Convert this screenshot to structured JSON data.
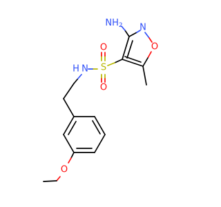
{
  "molecule": {
    "atoms": {
      "nh2": "NH2",
      "n_ring": "N",
      "o_ring": "O",
      "s": "S",
      "o_top": "O",
      "o_bottom": "O",
      "nh": "N",
      "h_on_n": "H",
      "o_methoxy": "O"
    },
    "colors": {
      "nitrogen": "#3050F8",
      "oxygen": "#FF0D0D",
      "sulfur": "#B8B800",
      "carbon": "#000000"
    }
  }
}
